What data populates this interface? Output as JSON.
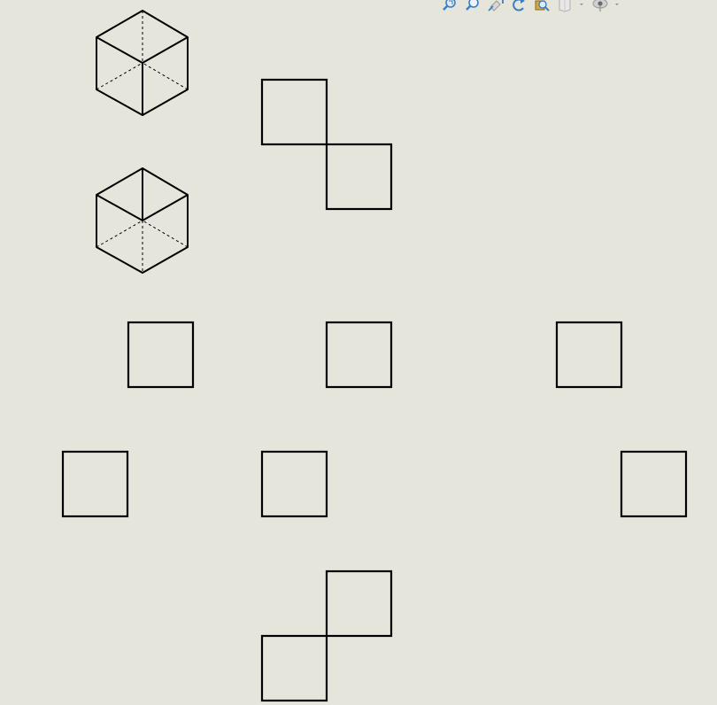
{
  "theme": {
    "background": "#e5e5db",
    "line": "#000000",
    "icon_accent": "#3c7fc0",
    "icon_gold": "#d8a93a",
    "icon_grey": "#9a9a9a"
  },
  "toolbar": {
    "items": [
      {
        "icon": "zoom-to-fit-icon"
      },
      {
        "icon": "zoom-to-area-icon"
      },
      {
        "icon": "previous-view-icon"
      },
      {
        "icon": "rotate-view-icon"
      },
      {
        "icon": "section-view-icon"
      },
      {
        "icon": "display-style-icon",
        "dropdown": true
      },
      {
        "icon": "hide-show-items-icon",
        "dropdown": true
      }
    ]
  },
  "drawing": {
    "views": [
      {
        "kind": "isometric-cube"
      },
      {
        "kind": "isometric-cube"
      },
      {
        "kind": "diagonal-square-pair",
        "direction": "down-right"
      },
      {
        "kind": "square"
      },
      {
        "kind": "square"
      },
      {
        "kind": "square"
      },
      {
        "kind": "square"
      },
      {
        "kind": "square"
      },
      {
        "kind": "square"
      },
      {
        "kind": "diagonal-square-pair",
        "direction": "up-right"
      }
    ]
  }
}
